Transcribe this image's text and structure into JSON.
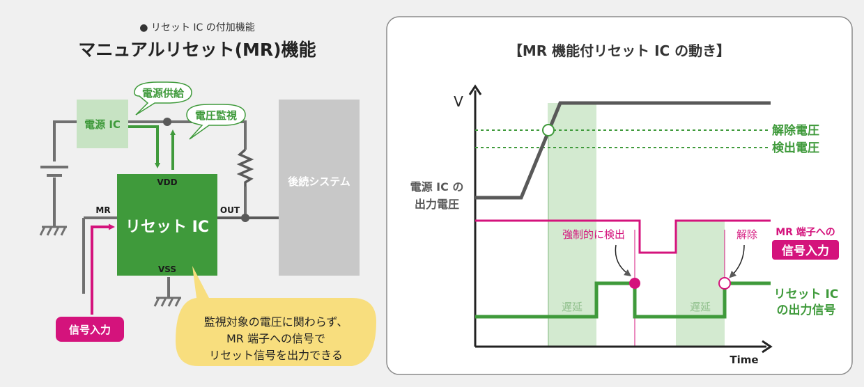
{
  "left": {
    "subtitle": "● リセット IC の付加機能",
    "title": "マニュアルリセット(MR)機能",
    "power_ic_label": "電源 IC",
    "bubble_supply": "電源供給",
    "bubble_monitor": "電圧監視",
    "reset_ic_label": "リセット IC",
    "pin_vdd": "VDD",
    "pin_vss": "VSS",
    "pin_mr": "MR",
    "pin_out": "OUT",
    "system_label": "後続システム",
    "signal_input_label": "信号入力",
    "callout_lines": [
      "監視対象の電圧に関わらず、",
      "MR 端子への信号で",
      "リセット信号を出力できる"
    ]
  },
  "right": {
    "title": "【MR 機能付リセット IC の動き】",
    "axis_v": "V",
    "axis_time": "Time",
    "release_voltage": "解除電圧",
    "detect_voltage": "検出電圧",
    "power_out_lines": [
      "電源 IC の",
      "出力電圧"
    ],
    "forced_detect": "強制的に検出",
    "release": "解除",
    "mr_input_line1": "MR 端子への",
    "mr_input_line2": "信号入力",
    "reset_out_lines": [
      "リセット IC",
      "の出力信号"
    ],
    "delay1": "遅延",
    "delay2": "遅延"
  },
  "colors": {
    "green": "#3f9a3b",
    "light_green": "#c7e3c3",
    "magenta": "#d4137c",
    "gray": "#595959",
    "callout_yellow": "#f8de7e",
    "panel_gray": "#f0f0f0"
  }
}
